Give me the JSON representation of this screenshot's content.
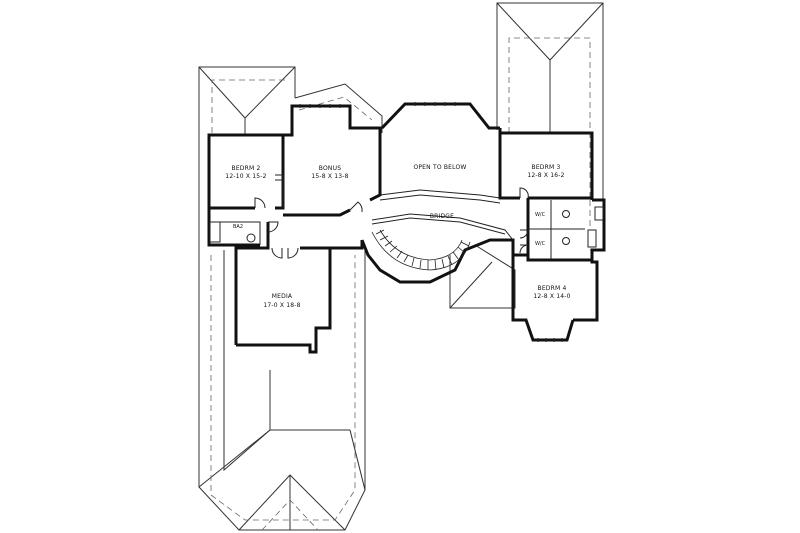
{
  "rooms": {
    "bedrm2": {
      "name": "BEDRM 2",
      "size": "12-10 X 15-2"
    },
    "bonus": {
      "name": "BONUS",
      "size": "15-8 X 13-8"
    },
    "open_to_below": {
      "name": "OPEN TO BELOW"
    },
    "bedrm3": {
      "name": "BEDRM 3",
      "size": "12-8 X 16-2"
    },
    "bridge": {
      "name": "BRIDGE"
    },
    "ba2": {
      "name": "BA2"
    },
    "wic_upper": {
      "name": "W/C"
    },
    "wic_lower": {
      "name": "W/C"
    },
    "media": {
      "name": "MEDIA",
      "size": "17-0 X 18-8"
    },
    "bedrm4": {
      "name": "BEDRM 4",
      "size": "12-8 X 14-0"
    }
  }
}
